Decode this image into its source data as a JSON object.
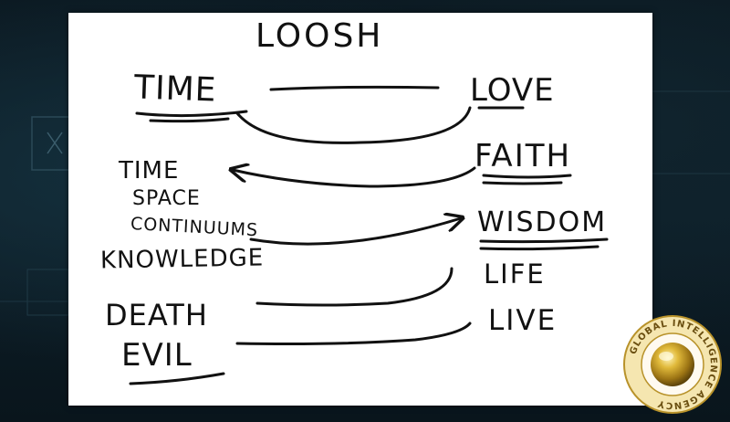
{
  "diagram": {
    "title": "LOOSH",
    "labels": {
      "time": "TIME",
      "love": "LOVE",
      "faith": "FAITH",
      "time_space_line1": "TIME",
      "time_space_line2": "SPACE",
      "time_space_line3": "CONTINUUMS",
      "wisdom": "WISDOM",
      "knowledge": "KNOWLEDGE",
      "life": "LIFE",
      "death": "DEATH",
      "live": "LIVE",
      "evil": "EVIL"
    }
  },
  "seal": {
    "text": "GLOBAL INTELLIGENCE AGENCY"
  },
  "colors": {
    "ink": "#111111",
    "board": "#ffffff",
    "background": "#0c1a22",
    "seal_gold": "#c9a227"
  }
}
